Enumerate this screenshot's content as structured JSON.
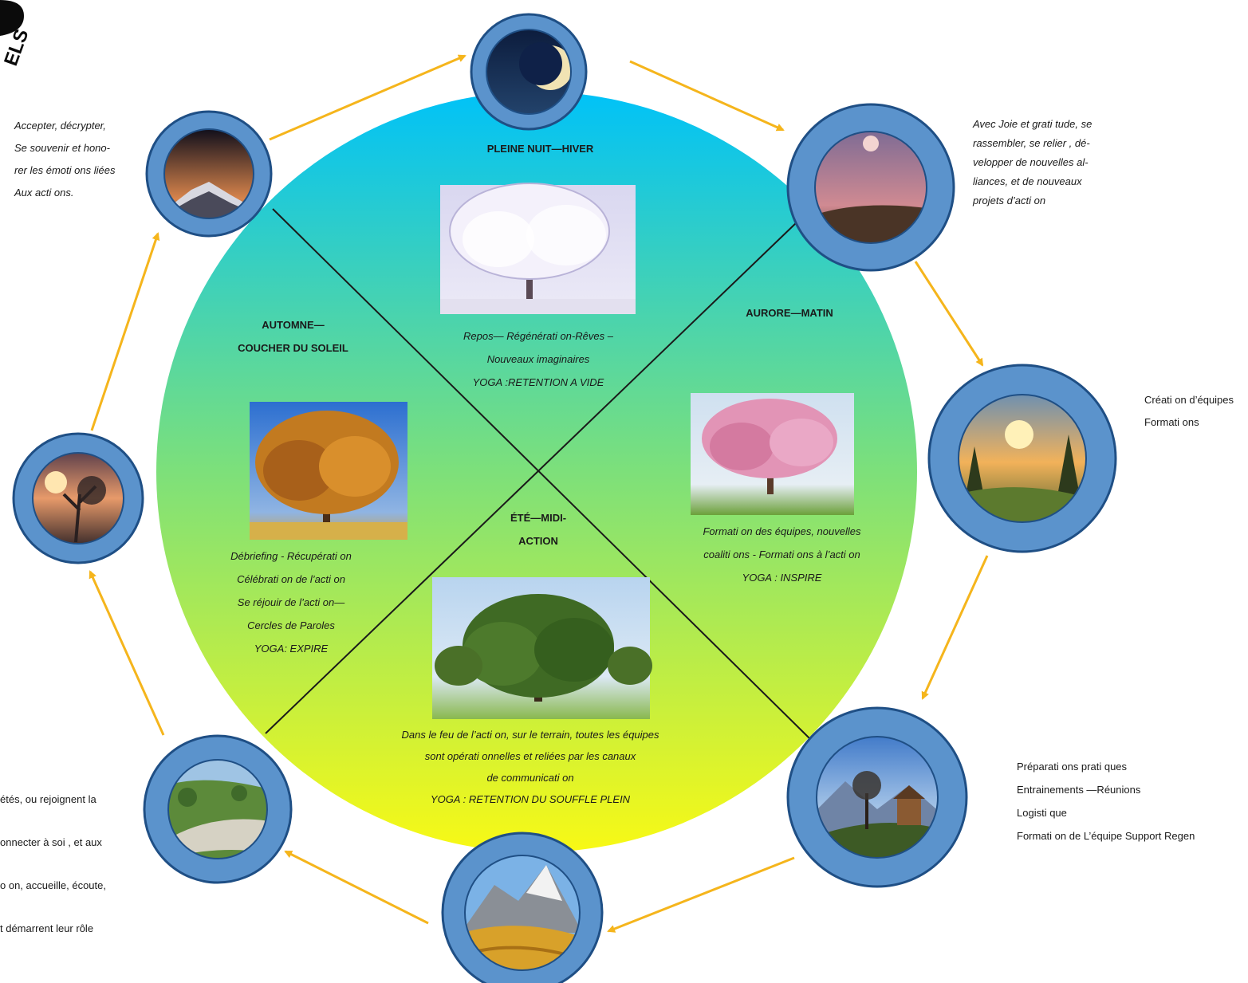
{
  "logo": {
    "text": "ELS"
  },
  "colors": {
    "gradient_top": "#00c2f8",
    "gradient_mid": "#7de07a",
    "gradient_bottom": "#f8f915",
    "ring": "#5b93cc",
    "ring_stroke": "#1f4f85",
    "arrow": "#f5b51c"
  },
  "quadrants": {
    "night": {
      "title": "PLEINE NUIT—HIVER",
      "lines": [
        "Repos— Régénérati on-Rêves –",
        "Nouveaux imaginaires",
        "YOGA :RETENTION A VIDE"
      ],
      "image": "winter-tree"
    },
    "dawn": {
      "title": "AURORE—MATIN",
      "lines": [
        "Formati on des équipes, nouvelles",
        "coaliti ons - Formati ons à l’acti on",
        "YOGA : INSPIRE"
      ],
      "image": "blossom-tree"
    },
    "summer": {
      "title_lines": [
        "ÉTÉ—MIDI-",
        "ACTION"
      ],
      "lines": [
        "Dans le feu de l’acti on, sur le terrain, toutes les équipes",
        "sont opérati onnelles et reliées par les canaux",
        "de communicati on",
        "YOGA : RETENTION DU SOUFFLE  PLEIN"
      ],
      "image": "summer-tree"
    },
    "autumn": {
      "title_lines": [
        "AUTOMNE—",
        "COUCHER DU SOLEIL"
      ],
      "lines": [
        "Débriefing  - Récupérati on",
        "Célébrati on de l’acti on",
        "Se réjouir de l’acti on—",
        "Cercles de Paroles",
        "YOGA: EXPIRE"
      ],
      "image": "autumn-tree"
    }
  },
  "outer_texts": {
    "top_left": [
      "Accepter, décrypter,",
      "Se souvenir et hono-",
      "rer les émoti ons liées",
      "Aux acti ons."
    ],
    "top_right": [
      "Avec Joie et grati tude, se",
      "rassembler, se relier , dé-",
      "velopper de nouvelles al-",
      "liances, et de nouveaux",
      "projets d’acti on"
    ],
    "right": [
      "Créati on d’équipes",
      "Formati ons"
    ],
    "bottom_right": [
      "Préparati ons prati ques",
      "Entrainements —Réunions",
      "Logisti que",
      "Formati on de L’équipe Support Regen"
    ],
    "bottom_left": [
      "étés, ou rejoignent la",
      "onnecter à soi , et aux",
      "o on, accueille, écoute,",
      "t  démarrent leur rôle"
    ]
  },
  "nodes": [
    {
      "name": "node-night-moon",
      "image": "crescent-moon"
    },
    {
      "name": "node-moonrise",
      "image": "pink-sky-moon"
    },
    {
      "name": "node-sunrise-forest",
      "image": "forest-sunrise"
    },
    {
      "name": "node-cabin-hill",
      "image": "hill-cabin"
    },
    {
      "name": "node-mountain-bottom",
      "image": "rocky-peaks"
    },
    {
      "name": "node-river-valley",
      "image": "green-valley"
    },
    {
      "name": "node-sunset-trees",
      "image": "sunset-silhouette"
    },
    {
      "name": "node-mountain-dusk",
      "image": "mountain-dusk"
    }
  ]
}
